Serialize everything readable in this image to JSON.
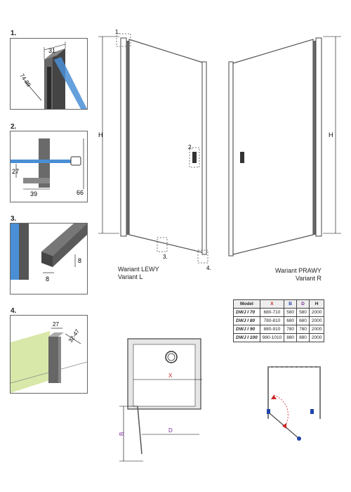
{
  "details": {
    "d1": {
      "num": "1.",
      "dim_a": "31",
      "dim_b": "74-89"
    },
    "d2": {
      "num": "2.",
      "dim_a": "27",
      "dim_b": "39",
      "dim_c": "66"
    },
    "d3": {
      "num": "3.",
      "dim_a": "8",
      "dim_b": "8"
    },
    "d4": {
      "num": "4.",
      "dim_a": "27",
      "dim_b": "32-47"
    }
  },
  "callouts": {
    "c1": "1.",
    "c2": "2.",
    "c3": "3.",
    "c4": "4."
  },
  "height_label": "H",
  "variant_left": {
    "line1": "Wariant LEWY",
    "line2": "Variant L"
  },
  "variant_right": {
    "line1": "Wariant PRAWY",
    "line2": "Variant R"
  },
  "table": {
    "headers": [
      "Model",
      "X",
      "B",
      "D",
      "H"
    ],
    "header_colors": {
      "X": "#cc2222",
      "B": "#2244aa",
      "D": "#7a2a9a"
    },
    "rows": [
      [
        "DWJ I 70",
        "680-710",
        "580",
        "580",
        "2000"
      ],
      [
        "DWJ I 80",
        "780-810",
        "680",
        "680",
        "2000"
      ],
      [
        "DWJ I 90",
        "880-910",
        "780",
        "780",
        "2000"
      ],
      [
        "DWJ I 100",
        "980-1010",
        "880",
        "880",
        "2000"
      ]
    ]
  },
  "plan": {
    "x_label": "X",
    "d_label": "D",
    "b_label": "B"
  },
  "colors": {
    "glass": "#4a8fd6",
    "wall": "#d8e8a8",
    "red": "#cc2222",
    "purple": "#7a2a9a",
    "frame": "#555555"
  }
}
